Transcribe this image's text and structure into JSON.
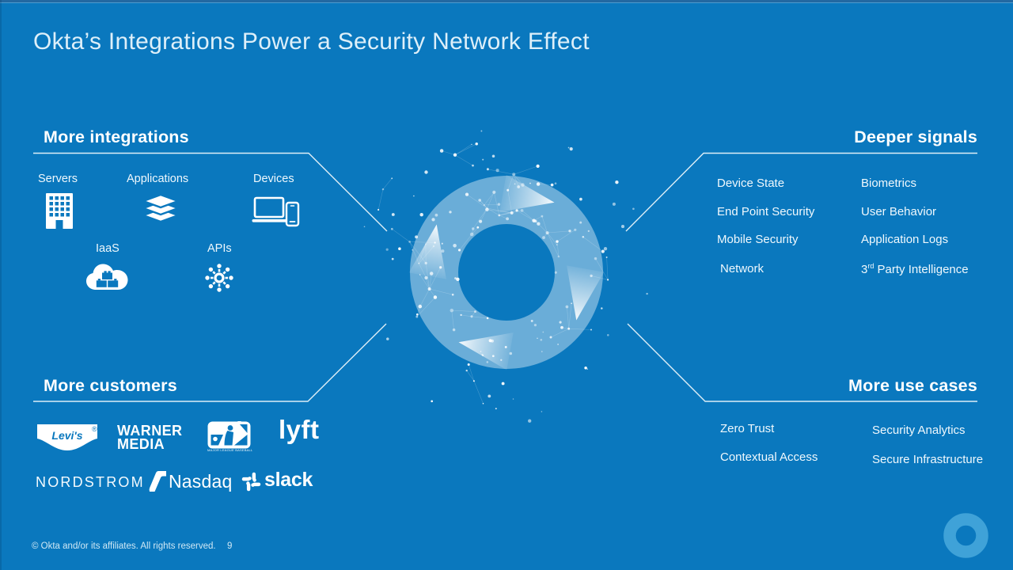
{
  "slide": {
    "title": "Okta’s Integrations Power a Security Network Effect",
    "footer": {
      "copyright": "© Okta and/or its affiliates. All rights reserved.",
      "page": "9"
    }
  },
  "quadrants": {
    "integrations": {
      "heading": "More integrations",
      "items": [
        {
          "label": "Servers",
          "icon": "building-icon"
        },
        {
          "label": "Applications",
          "icon": "layers-icon"
        },
        {
          "label": "Devices",
          "icon": "laptop-phone-icon"
        },
        {
          "label": "IaaS",
          "icon": "cloud-bricks-icon"
        },
        {
          "label": "APIs",
          "icon": "hub-icon"
        }
      ]
    },
    "signals": {
      "heading": "Deeper signals",
      "col1": [
        "Device State",
        "End Point Security",
        "Mobile Security",
        "Network"
      ],
      "col2": [
        "Biometrics",
        "User Behavior",
        "Application Logs"
      ],
      "col2_last": {
        "num": "3",
        "sup": "rd",
        "rest": " Party Intelligence"
      }
    },
    "customers": {
      "heading": "More customers",
      "levis": "Levi's",
      "warner1": "WARNER",
      "warner2": "MEDIA",
      "mlb_caption": "MAJOR LEAGUE BASEBALL",
      "lyft": "lyft",
      "nordstrom": "NORDSTROM",
      "nasdaq": "Nasdaq",
      "slack": "slack"
    },
    "use_cases": {
      "heading": "More use cases",
      "items": [
        "Zero Trust",
        "Security Analytics",
        "Contextual Access",
        "Secure Infrastructure"
      ]
    }
  },
  "colors": {
    "background": "#0A78BE",
    "title_text": "#DDEFF9",
    "heading_text": "#FFFFFF",
    "ring_fill": "rgba(240,248,252,0.42)",
    "okta_logo_ring": "#3FA2D8"
  }
}
